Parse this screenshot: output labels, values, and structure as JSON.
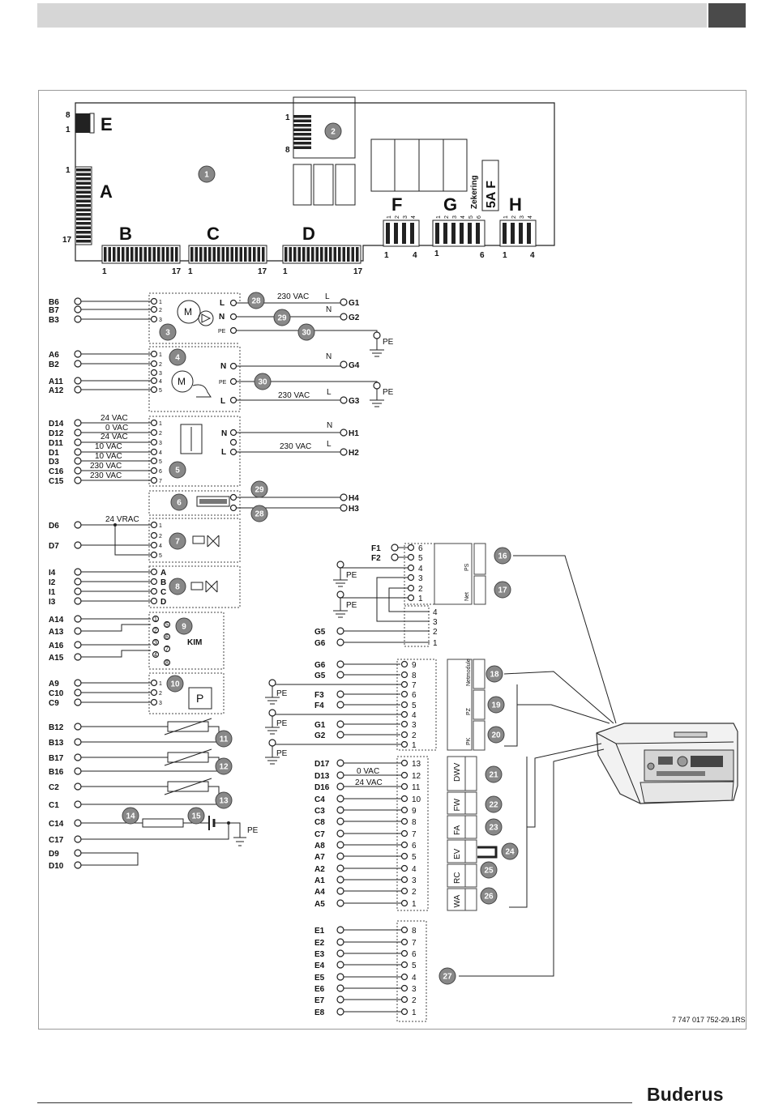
{
  "doc_code": "7 747 017 752-29.1RS",
  "brand": "Buderus",
  "board": {
    "letters": {
      "A": "A",
      "B": "B",
      "C": "C",
      "D": "D",
      "E": "E",
      "F": "F",
      "G": "G",
      "H": "H"
    },
    "pins": {
      "e_top": "8",
      "e_bot": "1",
      "a_top": "1",
      "a_bot": "17",
      "x2_top": "1",
      "x2_bot": "8",
      "b_from": "1",
      "b_to": "17",
      "c_from": "1",
      "c_to": "17",
      "d_from": "1",
      "d_to": "17",
      "f_from": "1",
      "f_to": "4",
      "g_from": "1",
      "g_to": "6",
      "h_from": "1",
      "h_to": "4",
      "f_pins": [
        "1",
        "2",
        "3",
        "4"
      ],
      "g_pins": [
        "1",
        "2",
        "3",
        "4",
        "5",
        "6"
      ],
      "h_pins": [
        "1",
        "2",
        "3",
        "4"
      ]
    },
    "fuse_word": "Zekering",
    "fuse_value": "5A F"
  },
  "left_terminals": [
    [
      "B6",
      372
    ],
    [
      "B7",
      382
    ],
    [
      "B3",
      394
    ],
    [
      "A6",
      437
    ],
    [
      "B2",
      449
    ],
    [
      "A11",
      470
    ],
    [
      "A12",
      481
    ],
    [
      "D14",
      522
    ],
    [
      "D12",
      534
    ],
    [
      "D11",
      546
    ],
    [
      "D1",
      558
    ],
    [
      "D3",
      569
    ],
    [
      "C16",
      581
    ],
    [
      "C15",
      593
    ],
    [
      "D6",
      648
    ],
    [
      "D7",
      673
    ],
    [
      "I4",
      706
    ],
    [
      "I2",
      718
    ],
    [
      "I1",
      730
    ],
    [
      "I3",
      742
    ],
    [
      "A14",
      764
    ],
    [
      "A13",
      779
    ],
    [
      "A16",
      796
    ],
    [
      "A15",
      811
    ],
    [
      "A9",
      843
    ],
    [
      "C10",
      855
    ],
    [
      "C9",
      867
    ],
    [
      "B12",
      897
    ],
    [
      "B13",
      916
    ],
    [
      "B17",
      935
    ],
    [
      "B16",
      952
    ],
    [
      "C2",
      971
    ],
    [
      "C1",
      993
    ],
    [
      "C14",
      1016
    ],
    [
      "C17",
      1036
    ],
    [
      "D9",
      1053
    ],
    [
      "D10",
      1068
    ]
  ],
  "right_g_terminals": [
    [
      "G1",
      373
    ],
    [
      "G2",
      391
    ],
    [
      "G4",
      450
    ],
    [
      "G3",
      494
    ],
    [
      "H1",
      534
    ],
    [
      "H2",
      558
    ],
    [
      "H4",
      614
    ],
    [
      "H3",
      627
    ]
  ],
  "voltage_labels": {
    "v230_1": "230 VAC",
    "v230_2": "230 VAC",
    "v230_3": "230 VAC",
    "d14": "24 VAC",
    "d12": "0 VAC",
    "d11": "24 VAC",
    "d1": "10 VAC",
    "d3": "10 VAC",
    "c16": "230 VAC",
    "c15": "230 VAC",
    "d6": "24 VRAC",
    "d17": "0 VAC",
    "d13": "24 VAC"
  },
  "conductor_labels": {
    "L": "L",
    "N": "N",
    "PE": "PE"
  },
  "kim_label": "KIM",
  "pressure_label": "P",
  "module_pins": {
    "m3": [
      "1",
      "2",
      "3"
    ],
    "m4": [
      "1",
      "2",
      "3",
      "4",
      "5"
    ],
    "m5": [
      "1",
      "2",
      "3",
      "4",
      "5",
      "6",
      "7"
    ],
    "m7": [
      "1",
      "2",
      "4",
      "5"
    ],
    "m8": [
      "A",
      "B",
      "C",
      "D"
    ],
    "m9": [
      "1",
      "2",
      "3",
      "4",
      "5",
      "6",
      "7",
      "8"
    ],
    "m10": [
      "1",
      "2",
      "3"
    ]
  },
  "block_f": {
    "left": [
      [
        "F1",
        676
      ],
      [
        "F2",
        688
      ]
    ],
    "pins": [
      "6",
      "5",
      "4",
      "3",
      "2",
      "1"
    ],
    "sub": [
      "4",
      "3",
      "2",
      "1"
    ],
    "sub_left": [
      [
        "G5",
        779
      ],
      [
        "G6",
        793
      ]
    ]
  },
  "block_g": {
    "left": [
      [
        "G6",
        820
      ],
      [
        "G5",
        833
      ],
      [
        "F3",
        857
      ],
      [
        "F4",
        870
      ],
      [
        "G1",
        894
      ],
      [
        "G2",
        907
      ]
    ],
    "pins": [
      "9",
      "8",
      "7",
      "6",
      "5",
      "4",
      "3",
      "2",
      "1"
    ]
  },
  "block_d": {
    "left": [
      [
        "D17",
        942
      ],
      [
        "D13",
        957
      ],
      [
        "D16",
        971
      ],
      [
        "C4",
        986
      ],
      [
        "C3",
        1000
      ],
      [
        "C8",
        1014
      ],
      [
        "C7",
        1029
      ],
      [
        "A8",
        1043
      ],
      [
        "A7",
        1057
      ],
      [
        "A2",
        1072
      ],
      [
        "A1",
        1086
      ],
      [
        "A4",
        1100
      ],
      [
        "A5",
        1115
      ]
    ],
    "pins": [
      "13",
      "12",
      "11",
      "10",
      "9",
      "8",
      "7",
      "6",
      "5",
      "4",
      "3",
      "2",
      "1"
    ]
  },
  "block_e": {
    "left": [
      [
        "E1",
        1148
      ],
      [
        "E2",
        1163
      ],
      [
        "E3",
        1177
      ],
      [
        "E4",
        1191
      ],
      [
        "E5",
        1206
      ],
      [
        "E6",
        1220
      ],
      [
        "E7",
        1234
      ],
      [
        "E8",
        1249
      ]
    ],
    "pins": [
      "8",
      "7",
      "6",
      "5",
      "4",
      "3",
      "2",
      "1"
    ]
  },
  "panel_labels": {
    "dwv": "DWV",
    "fw": "FW",
    "fa": "FA",
    "ev": "EV",
    "rc": "RC",
    "wa": "WA",
    "net": "Net",
    "ps": "PS",
    "netmodule": "Netmodule",
    "pz": "PZ",
    "pk": "PK"
  },
  "badges": [
    [
      "1",
      255,
      215
    ],
    [
      "2",
      411,
      162
    ],
    [
      "3",
      207,
      410
    ],
    [
      "4",
      219,
      441
    ],
    [
      "5",
      219,
      580
    ],
    [
      "6",
      221,
      620
    ],
    [
      "7",
      219,
      668
    ],
    [
      "8",
      219,
      724
    ],
    [
      "9",
      227,
      773
    ],
    [
      "10",
      216,
      844
    ],
    [
      "11",
      276,
      912
    ],
    [
      "12",
      276,
      946
    ],
    [
      "13",
      276,
      988
    ],
    [
      "14",
      161,
      1007
    ],
    [
      "15",
      242,
      1007
    ],
    [
      "16",
      620,
      686
    ],
    [
      "17",
      620,
      728
    ],
    [
      "18",
      610,
      832
    ],
    [
      "19",
      612,
      870
    ],
    [
      "20",
      612,
      907
    ],
    [
      "21",
      609,
      956
    ],
    [
      "22",
      609,
      993
    ],
    [
      "23",
      609,
      1021
    ],
    [
      "24",
      629,
      1051
    ],
    [
      "25",
      603,
      1074
    ],
    [
      "26",
      603,
      1106
    ],
    [
      "27",
      552,
      1205
    ],
    [
      "28",
      316,
      371
    ],
    [
      "29",
      348,
      392
    ],
    [
      "30",
      378,
      410
    ],
    [
      "30",
      324,
      471
    ],
    [
      "29",
      320,
      604
    ],
    [
      "28",
      320,
      634
    ]
  ]
}
